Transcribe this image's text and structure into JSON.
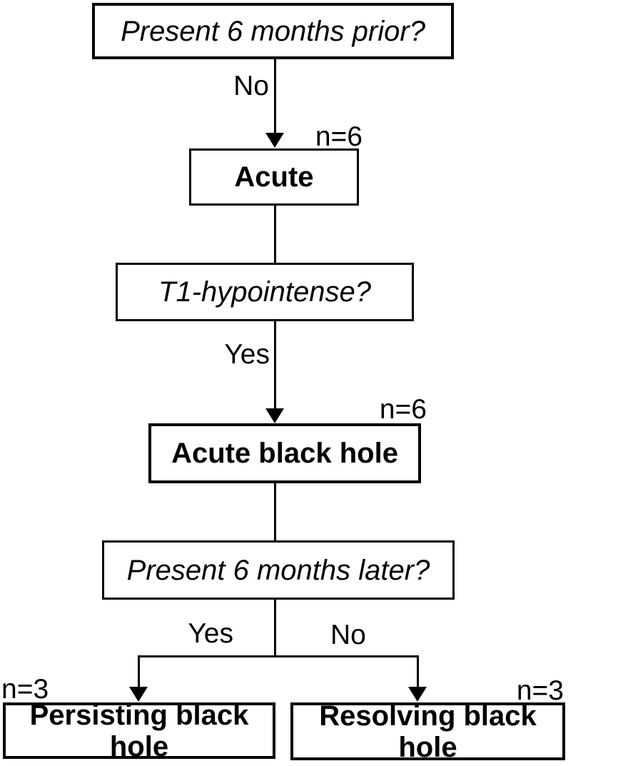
{
  "colors": {
    "background": "#ffffff",
    "line": "#000000",
    "text": "#000000"
  },
  "nodes": {
    "q1": {
      "label": "Present 6 months prior?",
      "type": "question"
    },
    "acute": {
      "label": "Acute",
      "type": "outcome",
      "count": "n=6"
    },
    "q2": {
      "label": "T1-hypointense?",
      "type": "question"
    },
    "abh": {
      "label": "Acute black hole",
      "type": "outcome",
      "count": "n=6"
    },
    "q3": {
      "label": "Present 6 months later?",
      "type": "question"
    },
    "pbh": {
      "label": "Persisting black hole",
      "type": "outcome",
      "count": "n=3"
    },
    "rbh": {
      "label": "Resolving black hole",
      "type": "outcome",
      "count": "n=3"
    }
  },
  "edges": {
    "q1_to_acute": {
      "label": "No"
    },
    "q2_to_abh": {
      "label": "Yes"
    },
    "q3_to_pbh": {
      "label": "Yes"
    },
    "q3_to_rbh": {
      "label": "No"
    }
  }
}
